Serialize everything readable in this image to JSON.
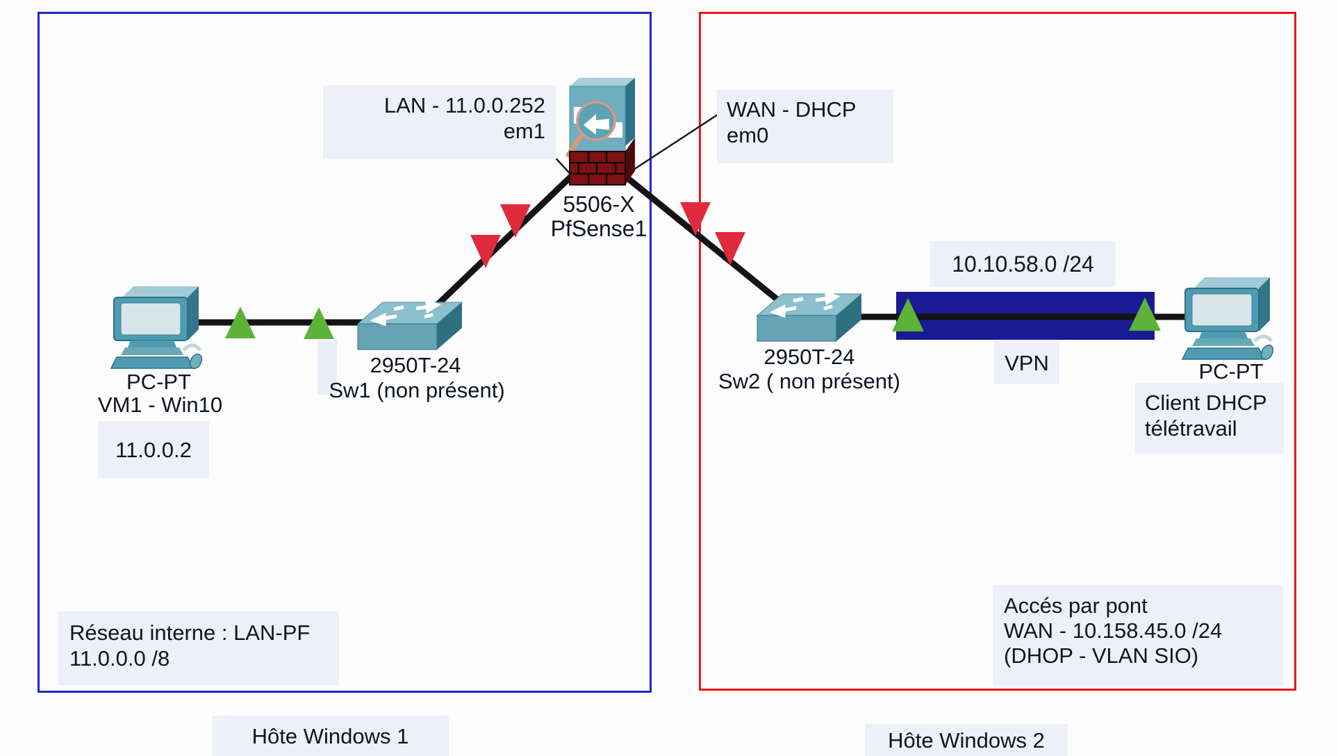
{
  "zones": {
    "zone1": {
      "title": "Hôte Windows 1",
      "note1": "Réseau interne : LAN-PF",
      "note2": "11.0.0.0 /8",
      "border_color": "#2323cd"
    },
    "zone2": {
      "title": "Hôte Windows 2",
      "note1": "Accés par pont",
      "note2": "WAN - 10.158.45.0 /24",
      "note3": "(DHOP - VLAN SIO)",
      "border_color": "#ee1513"
    }
  },
  "devices": {
    "pc1": {
      "model": "PC-PT",
      "name": "VM1 - Win10",
      "ip": "11.0.0.2"
    },
    "sw1": {
      "model": "2950T-24",
      "name": "Sw1 (non présent)"
    },
    "firewall": {
      "model": "5506-X",
      "name": "PfSense1"
    },
    "sw2": {
      "model": "2950T-24",
      "name": "Sw2 ( non présent)"
    },
    "pc2": {
      "model": "PC-PT",
      "note1": "Client DHCP",
      "note2": "télétravail"
    }
  },
  "interfaces": {
    "lan": {
      "line1": "LAN - 11.0.0.252",
      "line2": "em1"
    },
    "wan": {
      "line1": "WAN - DHCP",
      "line2": "em0"
    }
  },
  "vpn": {
    "subnet": "10.10.58.0 /24",
    "label": "VPN",
    "bar_color": "#1a1a94"
  },
  "colors": {
    "link": "#141414",
    "up_arrow_green": "#5cb338",
    "down_arrow_red": "#e02a3e",
    "label_bg": "#edf0f9",
    "text": "#0e1424"
  }
}
